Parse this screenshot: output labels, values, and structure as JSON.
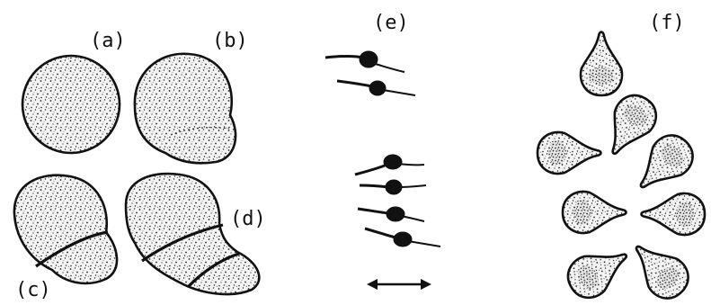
{
  "panels": {
    "a": {
      "label": "(a)"
    },
    "b": {
      "label": "(b)"
    },
    "c": {
      "label": "(c)"
    },
    "d": {
      "label": "(d)"
    },
    "e": {
      "label": "(e)"
    },
    "f": {
      "label": "(f)"
    }
  },
  "style": {
    "ink": "#111111",
    "cell_fill": "#f4f4f4",
    "background": "#ffffff"
  },
  "icons": {
    "direction_arrow": "double-headed-arrow"
  }
}
